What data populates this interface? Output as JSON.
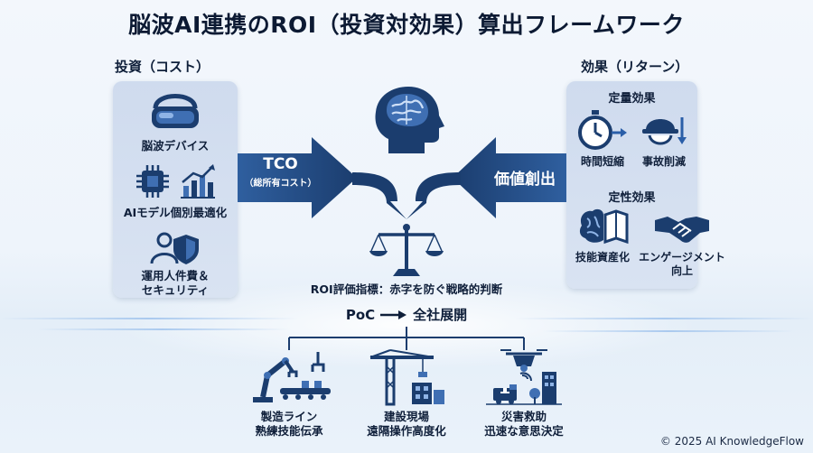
{
  "title": "脳波AI連携のROI（投資対効果）算出フレームワーク",
  "cost": {
    "heading": "投資（コスト）",
    "items": [
      {
        "label": "脳波デバイス",
        "icon": "vr-headset-icon"
      },
      {
        "label": "AIモデル個別最適化",
        "icon": "chip-chart-icon"
      },
      {
        "label": "運用人件費＆",
        "label2": "セキュリティ",
        "icon": "people-shield-icon"
      }
    ],
    "arrow_main": "TCO",
    "arrow_sub": "（総所有コスト）"
  },
  "benefit": {
    "heading": "効果（リターン）",
    "quant_title": "定量効果",
    "quant_items": [
      {
        "label": "時間短縮",
        "icon": "stopwatch-icon"
      },
      {
        "label": "事故削減",
        "icon": "hardhat-icon"
      }
    ],
    "qual_title": "定性効果",
    "qual_items": [
      {
        "label": "技能資産化",
        "icon": "brain-book-icon"
      },
      {
        "label": "エンゲージメント",
        "label2": "向上",
        "icon": "handshake-icon"
      }
    ],
    "arrow_main": "価値創出"
  },
  "center": {
    "evaluation": "ROI評価指標：赤字を防ぐ戦略的判断",
    "flow_from": "PoC",
    "flow_to": "全社展開"
  },
  "applications": [
    {
      "line1": "製造ライン",
      "line2": "熟練技能伝承",
      "icon": "robot-arm-icon"
    },
    {
      "line1": "建設現場",
      "line2": "遠隔操作高度化",
      "icon": "crane-icon"
    },
    {
      "line1": "災害救助",
      "line2": "迅速な意思決定",
      "icon": "drone-icon"
    }
  ],
  "copyright": "© 2025 AI KnowledgeFlow",
  "colors": {
    "navy": "#1b3d6e",
    "panel": "#d3deef",
    "accent": "#2a5ea8"
  }
}
